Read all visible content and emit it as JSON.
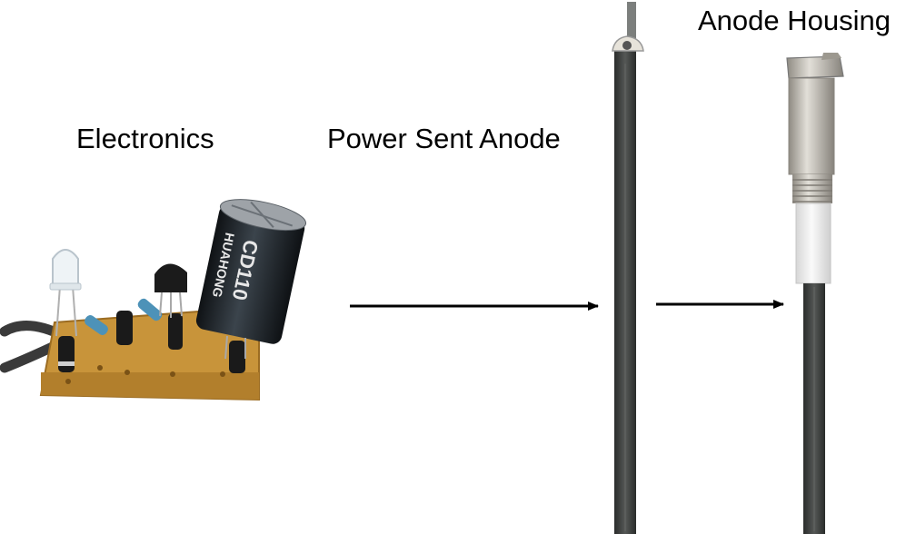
{
  "labels": {
    "electronics": "Electronics",
    "power_sent_anode": "Power Sent Anode",
    "anode_housing": "Anode Housing"
  },
  "photo_text": {
    "capacitor_model": "CD110",
    "capacitor_brand": "HUAHONG"
  },
  "colors": {
    "pcb": "#c8943a",
    "capacitor": "#1c2126",
    "rod": "#3a3d3b",
    "housing_metal": "#b9b6ae",
    "insulator": "#ececec",
    "arrow": "#000000"
  }
}
